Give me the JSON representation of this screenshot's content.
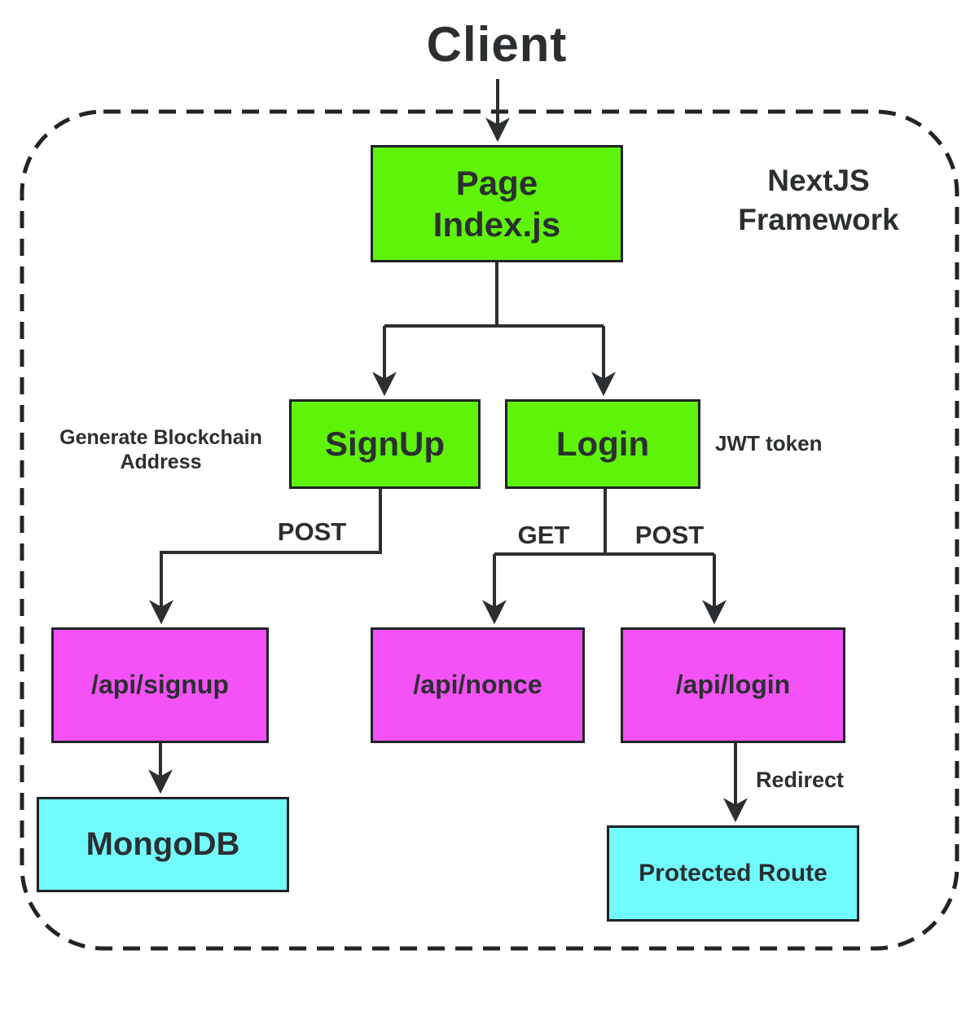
{
  "title": "Client",
  "framework_label": {
    "line1": "NextJS",
    "line2": "Framework"
  },
  "colors": {
    "node_green": "#5ff30a",
    "node_magenta": "#f451f7",
    "node_cyan": "#71fbfd",
    "line": "#2b2f31",
    "background": "#ffffff"
  },
  "nodes": {
    "page": {
      "line1": "Page",
      "line2": "Index.js"
    },
    "signup": {
      "label": "SignUp"
    },
    "login": {
      "label": "Login"
    },
    "api_signup": {
      "label": "/api/signup"
    },
    "api_nonce": {
      "label": "/api/nonce"
    },
    "api_login": {
      "label": "/api/login"
    },
    "mongodb": {
      "label": "MongoDB"
    },
    "protected_route": {
      "label": "Protected Route"
    }
  },
  "annotations": {
    "generate_blockchain": {
      "line1": "Generate Blockchain",
      "line2": "Address"
    },
    "jwt_token": "JWT token",
    "post_signup": "POST",
    "get_login": "GET",
    "post_login": "POST",
    "redirect": "Redirect"
  },
  "edges": [
    {
      "from": "client",
      "to": "page",
      "label": ""
    },
    {
      "from": "page",
      "to": "signup",
      "label": ""
    },
    {
      "from": "page",
      "to": "login",
      "label": ""
    },
    {
      "from": "signup",
      "to": "api_signup",
      "label": "POST"
    },
    {
      "from": "login",
      "to": "api_nonce",
      "label": "GET"
    },
    {
      "from": "login",
      "to": "api_login",
      "label": "POST"
    },
    {
      "from": "api_signup",
      "to": "mongodb",
      "label": ""
    },
    {
      "from": "api_login",
      "to": "protected_route",
      "label": "Redirect"
    }
  ]
}
